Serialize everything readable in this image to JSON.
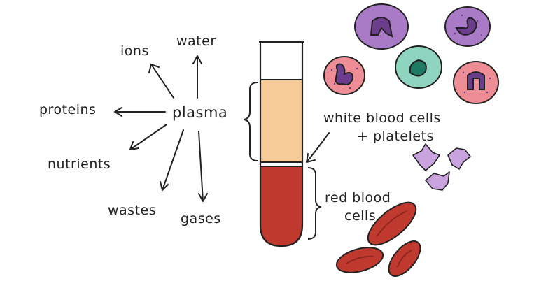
{
  "labels": {
    "center": "plasma",
    "components": [
      "ions",
      "water",
      "proteins",
      "nutrients",
      "wastes",
      "gases"
    ],
    "wbc_line1": "white blood cells",
    "wbc_line2": "+ platelets",
    "rbc_line1": "red blood",
    "rbc_line2": "cells"
  },
  "colors": {
    "ink": "#222222",
    "plasma": "#F6CB98",
    "rbc": "#C0392F",
    "rbc_dark": "#8E2620",
    "wbc_purple": "#A97BC7",
    "wbc_dark_purple": "#6B3D8C",
    "wbc_pink": "#EE8D95",
    "wbc_teal": "#8ED4BF",
    "wbc_teal_nucleus": "#1E7A63",
    "platelet": "#C9A3DD"
  }
}
